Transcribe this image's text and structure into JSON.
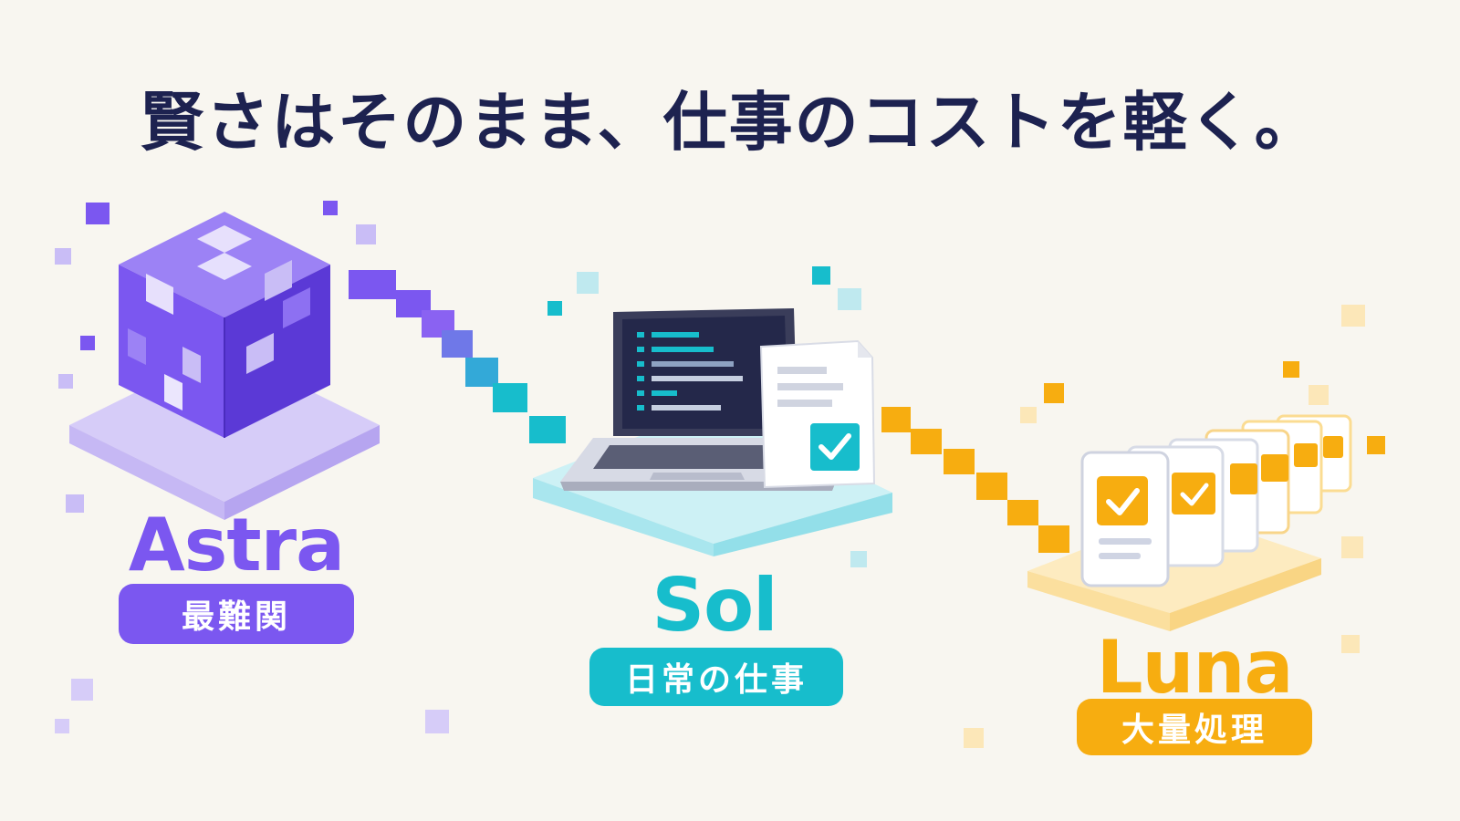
{
  "headline": "賢さはそのまま、仕事のコストを軽く。",
  "colors": {
    "background": "#f8f6f0",
    "headline": "#1d2250",
    "astra": "#7b57f0",
    "sol": "#17bdcc",
    "luna": "#f7ad10"
  },
  "tiers": [
    {
      "name": "Astra",
      "label": "最難関",
      "icon": "pixel-cube-icon"
    },
    {
      "name": "Sol",
      "label": "日常の仕事",
      "icon": "laptop-document-icon"
    },
    {
      "name": "Luna",
      "label": "大量処理",
      "icon": "document-stack-icon"
    }
  ]
}
